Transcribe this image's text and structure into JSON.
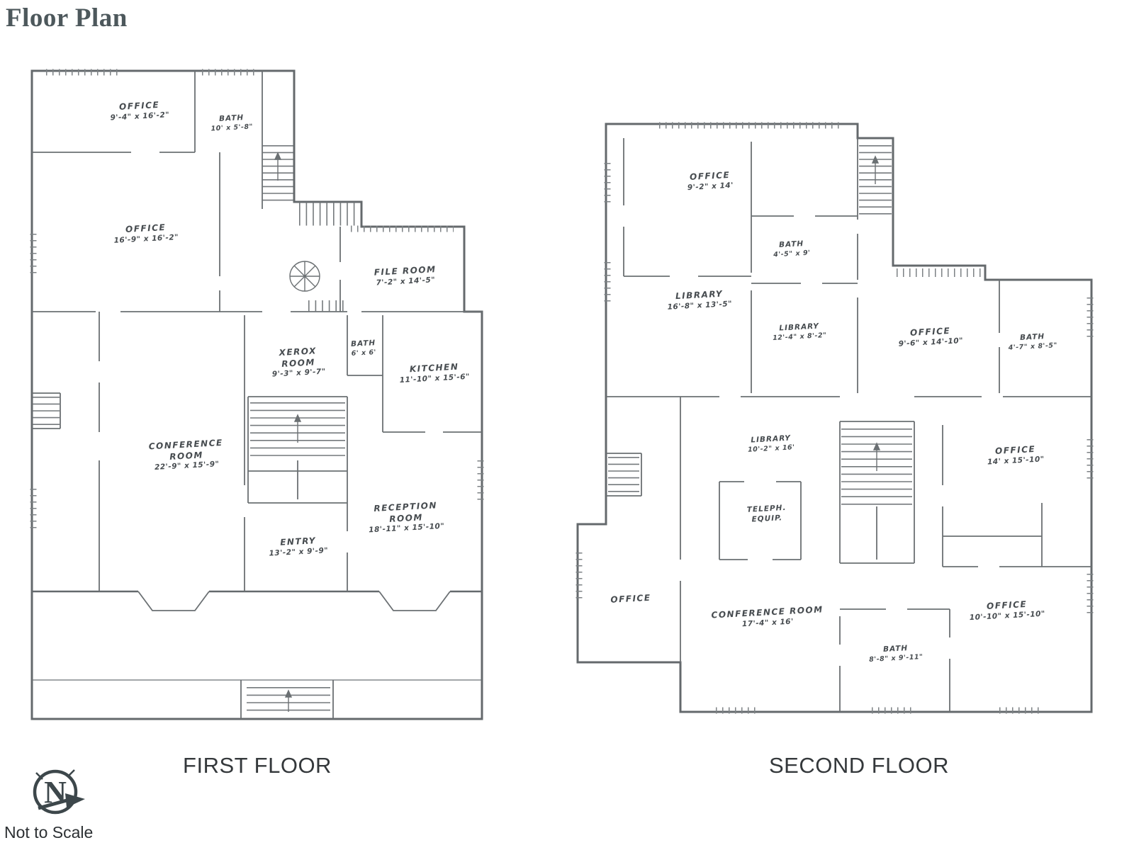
{
  "page": {
    "title": "Floor Plan",
    "not_to_scale": "Not to Scale",
    "compass_letter": "N"
  },
  "colors": {
    "wall_ink": "#64696c",
    "label_ink": "#474c50",
    "title_color": "#4d585c",
    "caption_color": "#34383b"
  },
  "first_floor": {
    "caption": "FIRST FLOOR",
    "rooms": [
      {
        "name": "OFFICE",
        "dims": "9'-4\" x 16'-2\""
      },
      {
        "name": "BATH",
        "dims": "10' x 5'-8\""
      },
      {
        "name": "OFFICE",
        "dims": "16'-9\" x 16'-2\""
      },
      {
        "name": "FILE ROOM",
        "dims": "7'-2\" x 14'-5\""
      },
      {
        "name": "XEROX ROOM",
        "dims": "9'-3\" x 9'-7\""
      },
      {
        "name": "BATH",
        "dims": "6' x 6'"
      },
      {
        "name": "KITCHEN",
        "dims": "11'-10\" x 15'-6\""
      },
      {
        "name": "CONFERENCE ROOM",
        "dims": "22'-9\" x 15'-9\""
      },
      {
        "name": "RECEPTION ROOM",
        "dims": "18'-11\" x 15'-10\""
      },
      {
        "name": "ENTRY",
        "dims": "13'-2\" x 9'-9\""
      }
    ]
  },
  "second_floor": {
    "caption": "SECOND FLOOR",
    "rooms": [
      {
        "name": "OFFICE",
        "dims": "9'-2\" x 14'"
      },
      {
        "name": "BATH",
        "dims": "4'-5\" x 9'"
      },
      {
        "name": "LIBRARY",
        "dims": "16'-8\" x 13'-5\""
      },
      {
        "name": "LIBRARY",
        "dims": "12'-4\" x 8'-2\""
      },
      {
        "name": "OFFICE",
        "dims": "9'-6\" x 14'-10\""
      },
      {
        "name": "BATH",
        "dims": "4'-7\" x 8'-5\""
      },
      {
        "name": "LIBRARY",
        "dims": "10'-2\" x 16'"
      },
      {
        "name": "TELEPH. EQUIP.",
        "dims": ""
      },
      {
        "name": "OFFICE",
        "dims": "14' x 15'-10\""
      },
      {
        "name": "OFFICE",
        "dims": ""
      },
      {
        "name": "CONFERENCE ROOM",
        "dims": "17'-4\" x 16'"
      },
      {
        "name": "BATH",
        "dims": "8'-8\" x 9'-11\""
      },
      {
        "name": "OFFICE",
        "dims": "10'-10\" x 15'-10\""
      }
    ]
  }
}
